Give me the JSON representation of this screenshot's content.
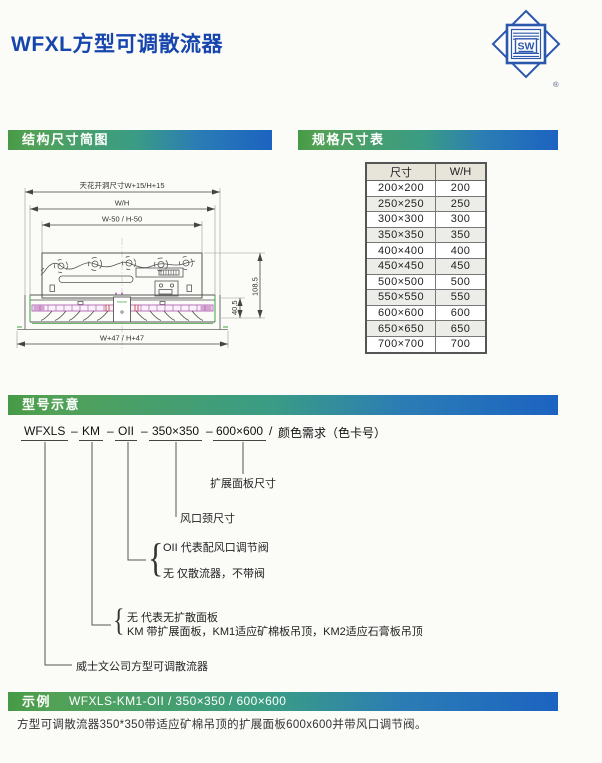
{
  "header": {
    "title": "WFXL方型可调散流器",
    "logo_text": "SW",
    "registered": "®"
  },
  "sections": {
    "structure_title": "结构尺寸简图",
    "spec_title": "规格尺寸表",
    "model_title": "型号示意",
    "example_title": "示例"
  },
  "drawing": {
    "dim_ceiling_opening": "天花开洞尺寸W+15/H+15",
    "dim_wh": "W/H",
    "dim_w50": "W-50 / H-50",
    "dim_w47": "W+47 / H+47",
    "dim_total_height": "108.5",
    "dim_face_height": "40.5"
  },
  "spec_table": {
    "columns": [
      "尺寸",
      "W/H"
    ],
    "rows": [
      [
        "200×200",
        "200"
      ],
      [
        "250×250",
        "250"
      ],
      [
        "300×300",
        "300"
      ],
      [
        "350×350",
        "350"
      ],
      [
        "400×400",
        "400"
      ],
      [
        "450×450",
        "450"
      ],
      [
        "500×500",
        "500"
      ],
      [
        "550×550",
        "550"
      ],
      [
        "600×600",
        "600"
      ],
      [
        "650×650",
        "650"
      ],
      [
        "700×700",
        "700"
      ]
    ]
  },
  "model": {
    "code_parts": [
      "WFXLS",
      "–",
      "KM",
      "–",
      "OII",
      "–",
      "350×350",
      "–",
      "600×600",
      "/",
      "颜色需求（色卡号）"
    ],
    "labels": {
      "panel_size": "扩展面板尺寸",
      "neck_size": "风口颈尺寸",
      "valve_with": "OII 代表配风口调节阀",
      "valve_without": "无 仅散流器，不带阀",
      "panel_none": "无 代表无扩散面板",
      "panel_km": "KM 带扩展面板，KM1适应矿棉板吊顶，KM2适应石膏板吊顶",
      "company": "威士文公司方型可调散流器"
    }
  },
  "example": {
    "code": "WFXLS-KM1-OII / 350×350 / 600×600",
    "description": "方型可调散流器350*350带适应矿棉吊顶的扩展面板600x600并带风口调节阀。"
  },
  "colors": {
    "title_blue": "#1545ad",
    "logo_blue": "#2b57ac",
    "bar_gradient_green": "#52a156",
    "bar_gradient_blue": "#1c63c1",
    "table_header_bg": "#e7e4da",
    "drawing_magenta": "#b263b2",
    "drawing_green": "#3fa043",
    "drawing_red": "#cc4444"
  }
}
